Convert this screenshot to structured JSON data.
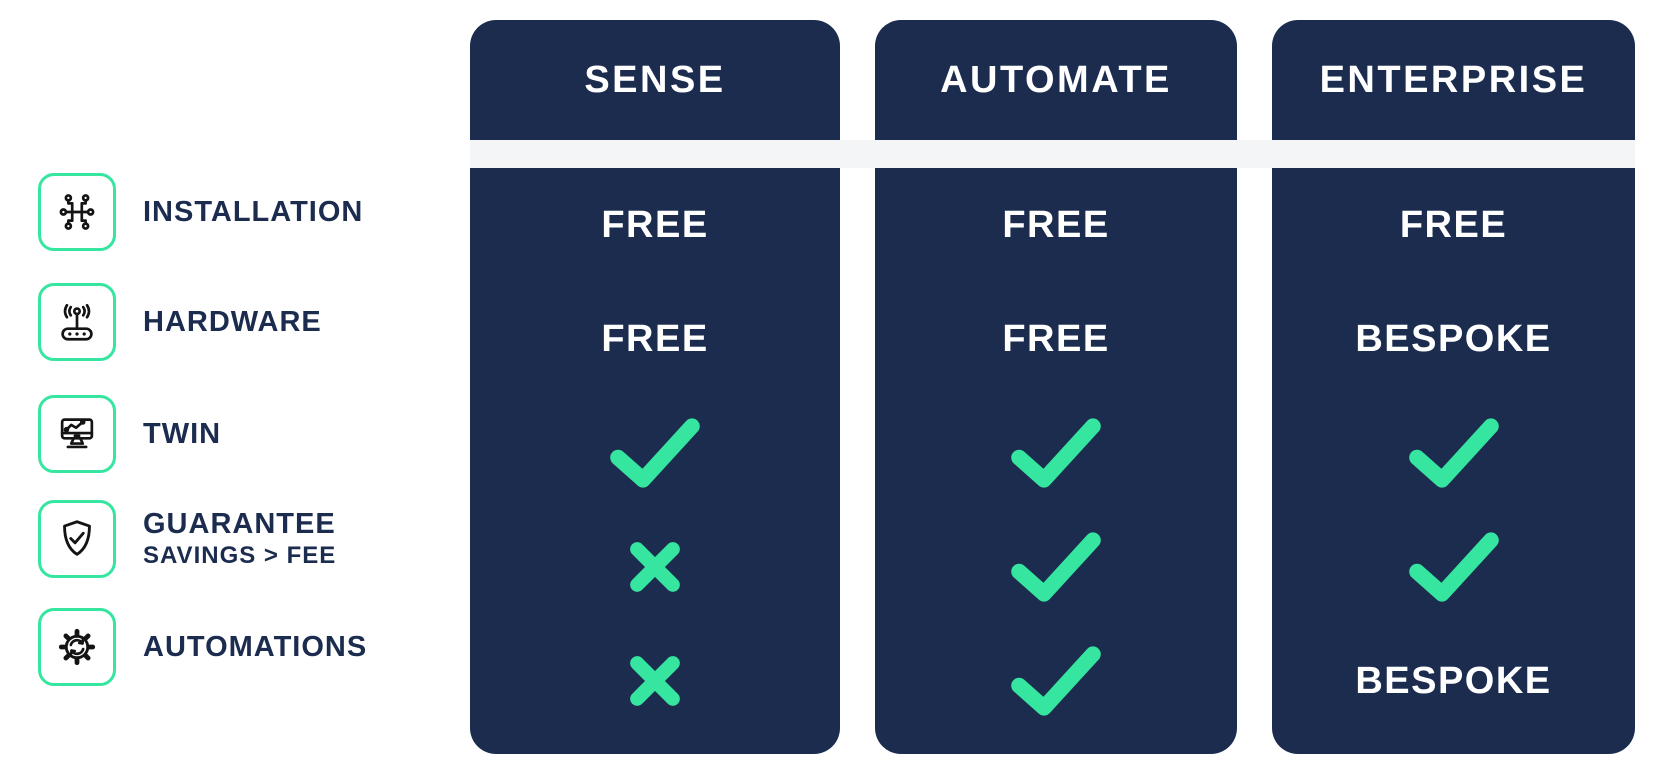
{
  "palette": {
    "navy": "#1B2C4E",
    "green": "#36E6A0",
    "band_gray": "#F4F5F7",
    "text_on_dark": "#FFFFFF"
  },
  "features": [
    {
      "label": "INSTALLATION",
      "sublabel": "",
      "icon": "circuit-icon"
    },
    {
      "label": "HARDWARE",
      "sublabel": "",
      "icon": "router-icon"
    },
    {
      "label": "TWIN",
      "sublabel": "",
      "icon": "monitor-chart-icon"
    },
    {
      "label": "GUARANTEE",
      "sublabel": "SAVINGS > FEE",
      "icon": "shield-check-icon"
    },
    {
      "label": "AUTOMATIONS",
      "sublabel": "",
      "icon": "gear-sync-icon"
    }
  ],
  "plans": [
    {
      "name": "SENSE",
      "cells": [
        {
          "type": "text",
          "value": "FREE"
        },
        {
          "type": "text",
          "value": "FREE"
        },
        {
          "type": "check"
        },
        {
          "type": "cross"
        },
        {
          "type": "cross"
        }
      ]
    },
    {
      "name": "AUTOMATE",
      "cells": [
        {
          "type": "text",
          "value": "FREE"
        },
        {
          "type": "text",
          "value": "FREE"
        },
        {
          "type": "check"
        },
        {
          "type": "check"
        },
        {
          "type": "check"
        }
      ]
    },
    {
      "name": "ENTERPRISE",
      "cells": [
        {
          "type": "text",
          "value": "FREE"
        },
        {
          "type": "text",
          "value": "BESPOKE"
        },
        {
          "type": "check"
        },
        {
          "type": "check"
        },
        {
          "type": "text",
          "value": "BESPOKE"
        }
      ]
    }
  ],
  "chart_data": {
    "type": "table",
    "columns": [
      "SENSE",
      "AUTOMATE",
      "ENTERPRISE"
    ],
    "rows": [
      "INSTALLATION",
      "HARDWARE",
      "TWIN",
      "GUARANTEE SAVINGS > FEE",
      "AUTOMATIONS"
    ],
    "values": [
      [
        "FREE",
        "FREE",
        "FREE"
      ],
      [
        "FREE",
        "FREE",
        "BESPOKE"
      ],
      [
        "yes",
        "yes",
        "yes"
      ],
      [
        "no",
        "yes",
        "yes"
      ],
      [
        "no",
        "yes",
        "BESPOKE"
      ]
    ],
    "legend": "yes = green check, no = green cross"
  }
}
